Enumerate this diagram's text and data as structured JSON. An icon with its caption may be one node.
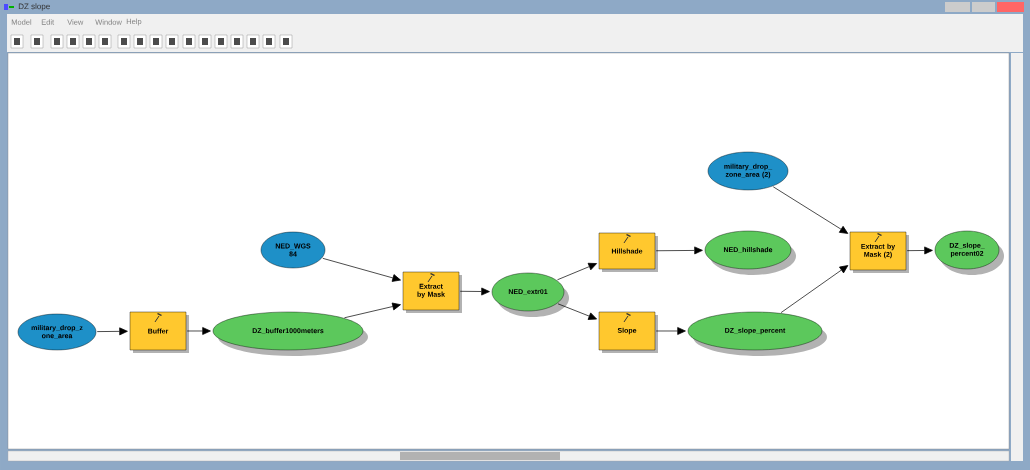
{
  "diagram": {
    "title": "DZ slope",
    "nodes": [
      {
        "text": [
          "military_drop_z one_area"
        ]
      },
      {
        "text": [
          "Buffer"
        ]
      },
      {
        "text": [
          "DZ_buffer1000meters"
        ]
      },
      {
        "text": [
          "NED_WGS 84"
        ]
      },
      {
        "text": [
          "Extract by Mask"
        ]
      },
      {
        "text": [
          "NED_extr01"
        ]
      },
      {
        "text": [
          "Hillshade"
        ]
      },
      {
        "text": [
          "Slope"
        ]
      },
      {
        "text": [
          "NED_hillshade"
        ]
      },
      {
        "text": [
          "DZ_slope_percent"
        ]
      },
      {
        "text": [
          "military_drop_ zone_area (2)"
        ]
      },
      {
        "text": [
          "Extract by Mask (2)"
        ]
      },
      {
        "text": [
          "DZ_slope_ percent02"
        ]
      }
    ],
    "edges": [
      {
        "from": 0,
        "to": 1,
        "arrow": "to"
      },
      {
        "from": 1,
        "to": 2,
        "arrow": "to"
      },
      {
        "from": 2,
        "to": 4,
        "arrow": "to"
      },
      {
        "from": 3,
        "to": 4,
        "arrow": "to"
      },
      {
        "from": 4,
        "to": 5,
        "arrow": "to"
      },
      {
        "from": 5,
        "to": 6,
        "arrow": "to"
      },
      {
        "from": 5,
        "to": 7,
        "arrow": "to"
      },
      {
        "from": 6,
        "to": 8,
        "arrow": "to"
      },
      {
        "from": 7,
        "to": 9,
        "arrow": "to"
      },
      {
        "from": 10,
        "to": 11,
        "arrow": "to"
      },
      {
        "from": 9,
        "to": 11,
        "arrow": "to"
      },
      {
        "from": 11,
        "to": 12,
        "arrow": "to"
      }
    ],
    "labels": [
      "Model",
      "Edit",
      "View",
      "Window",
      "Help"
    ]
  }
}
